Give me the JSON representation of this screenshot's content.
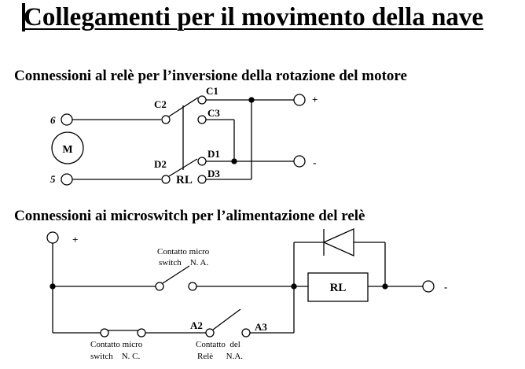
{
  "title": "Collegamenti per il movimento della nave",
  "section1": {
    "heading": "Connessioni al relè per l’inversione della rotazione del motore",
    "motor_label": "M",
    "terminal_6": "6",
    "terminal_5": "5",
    "c2": "C2",
    "c1": "C1",
    "c3": "C3",
    "d2": "D2",
    "d1": "D1",
    "d3": "D3",
    "relay": "RL",
    "plus": "+",
    "minus": "-"
  },
  "section2": {
    "heading": "Connessioni ai microswitch per l’alimentazione del relè",
    "plus": "+",
    "minus": "-",
    "relay": "RL",
    "no_switch_line1": "Contatto micro",
    "no_switch_line2": "switch    N. A.",
    "nc_switch_line1": "Contatto micro",
    "nc_switch_line2": "switch    N. C.",
    "relay_contact_line1": "Contatto  del",
    "relay_contact_line2": "Relè      N.A.",
    "a2": "A2",
    "a3": "A3"
  }
}
